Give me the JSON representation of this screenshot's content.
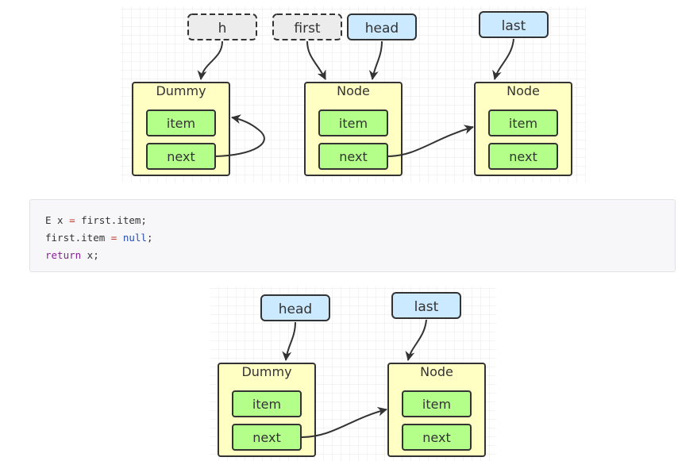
{
  "diagram1": {
    "pointers": {
      "h": "h",
      "first": "first",
      "head": "head",
      "last": "last"
    },
    "dummy": {
      "title": "Dummy",
      "item": "item",
      "next": "next"
    },
    "node1": {
      "title": "Node",
      "item": "item",
      "next": "next"
    },
    "node2": {
      "title": "Node",
      "item": "item",
      "next": "next"
    }
  },
  "code": {
    "line1": {
      "a": "E x ",
      "op": "=",
      "b": " first.item;"
    },
    "line2": {
      "a": "first.item ",
      "op": "=",
      "b": " ",
      "lit": "null",
      "c": ";"
    },
    "line3": {
      "kw": "return",
      "b": " x;"
    }
  },
  "diagram2": {
    "pointers": {
      "head": "head",
      "last": "last"
    },
    "dummy": {
      "title": "Dummy",
      "item": "item",
      "next": "next"
    },
    "node": {
      "title": "Node",
      "item": "item",
      "next": "next"
    }
  },
  "colors": {
    "node_fill": "#ffffc4",
    "field_fill": "#b3ff8a",
    "pointer_fill": "#cbe9ff",
    "dashed_fill": "#ececec",
    "stroke": "#333333"
  }
}
